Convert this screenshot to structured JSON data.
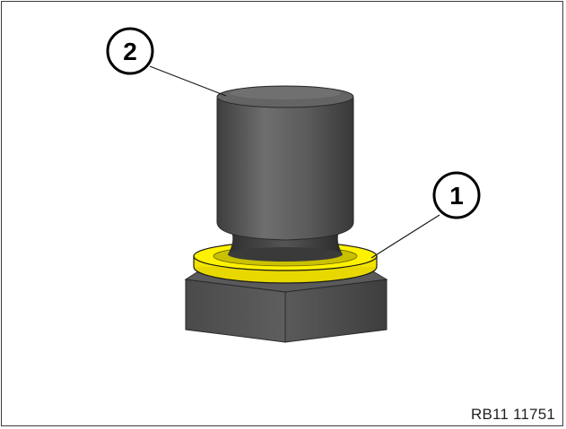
{
  "diagram": {
    "reference_code": "RB11 11751",
    "callouts": [
      {
        "number": "1",
        "part": "sealing-ring"
      },
      {
        "number": "2",
        "part": "plug-screw"
      }
    ],
    "colors": {
      "seal_ring": "#f2e400",
      "metal_dark": "#4a4a4a",
      "metal_mid": "#6a6a6a",
      "outline": "#1a1a1a"
    }
  }
}
